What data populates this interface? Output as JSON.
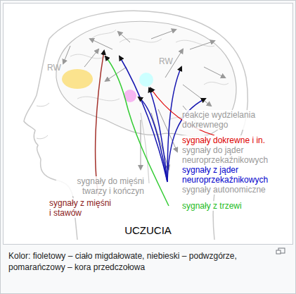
{
  "diagram": {
    "title": "UCZUCIA",
    "caption": "Kolor: fioletowy – ciało migdałowate, niebieski – podwzgórze, pomarańczowy – kora przedczołowa",
    "labels": [
      "RW",
      "RW",
      "reakcje wydzielania dokrewnego",
      "sygnały dokrewne i in.",
      "sygnały do jąder neuroprzekaźnikowych",
      "sygnały z jąder neuroprzekaźnikowych",
      "sygnały autonomiczne",
      "sygnały z trzewi",
      "sygnały do mięśni twarzy i kończyn",
      "sygnały z mięśni i stawów"
    ]
  }
}
